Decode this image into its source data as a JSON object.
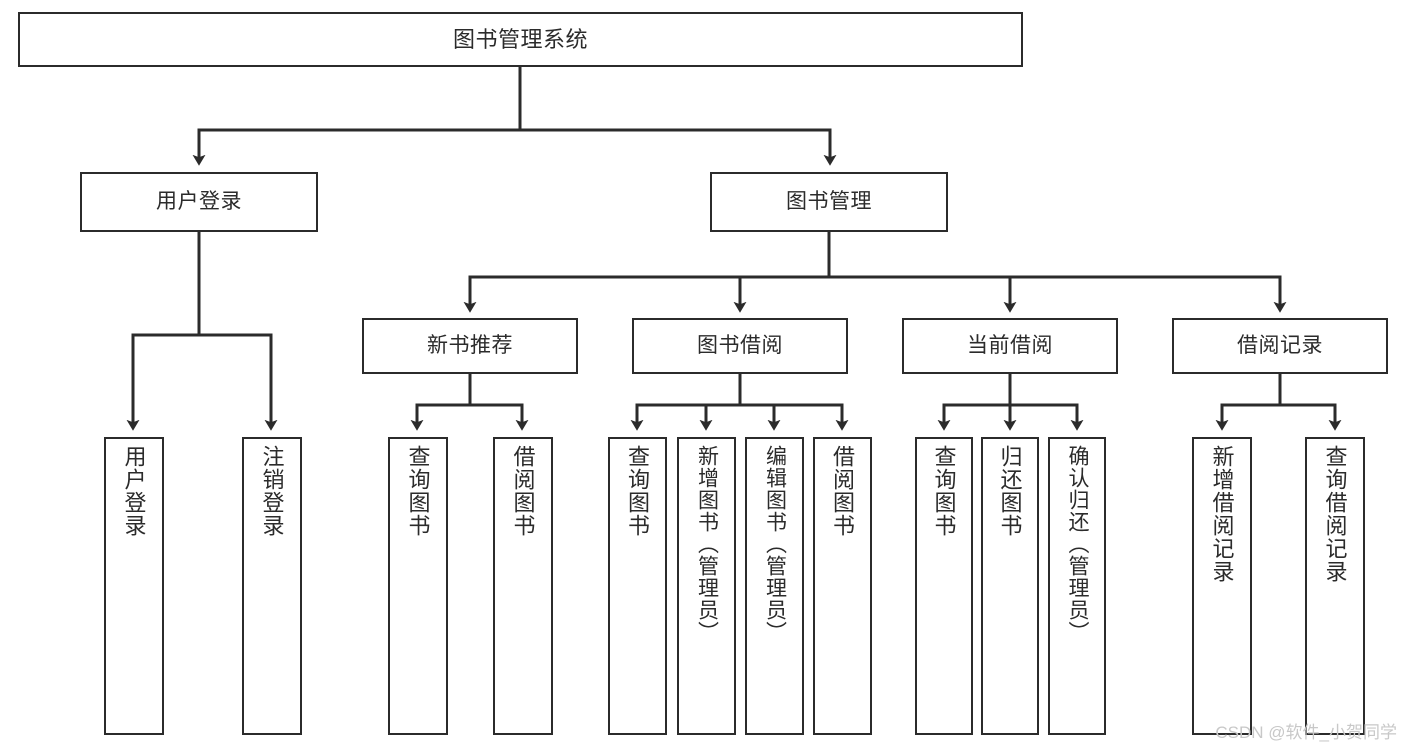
{
  "diagram": {
    "type": "tree-hierarchy-chart",
    "title": "图书管理系统",
    "stroke_color": "#2b2b2b",
    "background_color": "#ffffff",
    "nodes": {
      "root": {
        "label": "图书管理系统"
      },
      "level2": [
        {
          "id": "user-login",
          "label": "用户登录"
        },
        {
          "id": "book-manage",
          "label": "图书管理"
        }
      ],
      "level3": [
        {
          "id": "new-book-recommend",
          "label": "新书推荐"
        },
        {
          "id": "book-borrow",
          "label": "图书借阅"
        },
        {
          "id": "current-borrow",
          "label": "当前借阅"
        },
        {
          "id": "borrow-record",
          "label": "借阅记录"
        }
      ],
      "leaves": {
        "user-login": [
          {
            "id": "leaf-user-login",
            "label": "用户登录"
          },
          {
            "id": "leaf-logout",
            "label": "注销登录"
          }
        ],
        "new-book-recommend": [
          {
            "id": "leaf-query-book-1",
            "label": "查询图书"
          },
          {
            "id": "leaf-borrow-book-1",
            "label": "借阅图书"
          }
        ],
        "book-borrow": [
          {
            "id": "leaf-query-book-2",
            "label": "查询图书"
          },
          {
            "id": "leaf-add-book",
            "label": "新增图书（管理员）"
          },
          {
            "id": "leaf-edit-book",
            "label": "编辑图书（管理员）"
          },
          {
            "id": "leaf-borrow-book-2",
            "label": "借阅图书"
          }
        ],
        "current-borrow": [
          {
            "id": "leaf-query-book-3",
            "label": "查询图书"
          },
          {
            "id": "leaf-return-book",
            "label": "归还图书"
          },
          {
            "id": "leaf-confirm-return",
            "label": "确认归还（管理员）"
          }
        ],
        "borrow-record": [
          {
            "id": "leaf-add-record",
            "label": "新增借阅记录"
          },
          {
            "id": "leaf-query-record",
            "label": "查询借阅记录"
          }
        ]
      }
    },
    "watermark": "CSDN @软件_小贺同学"
  }
}
